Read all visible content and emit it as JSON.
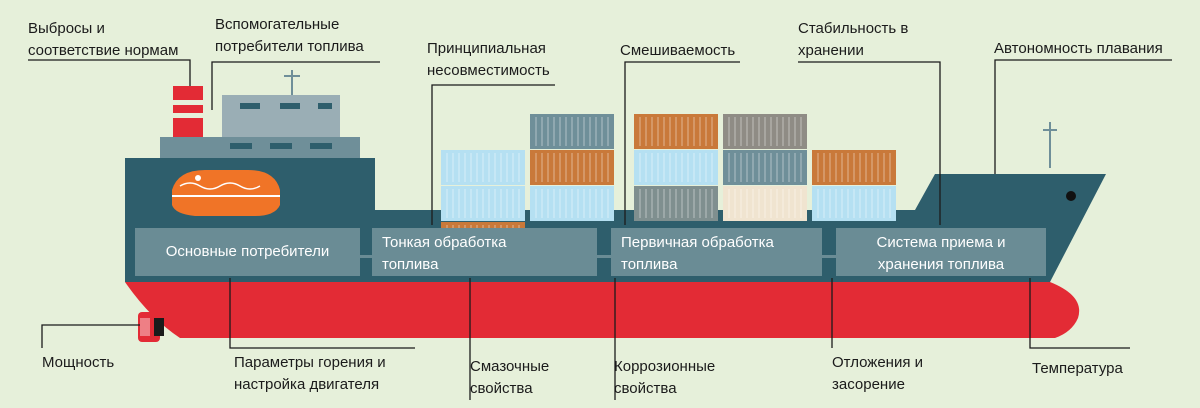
{
  "colors": {
    "background": "#e6f0da",
    "hull_red": "#e32b35",
    "deck_teal": "#2e5e6c",
    "system_box": "#6a8c95",
    "superstructure": "#9aaeb5",
    "lifeboat": "#f07427",
    "leader_line": "#1b1b1b"
  },
  "top_labels": [
    {
      "id": "emissions",
      "text": "Выбросы и\nсоответствие нормам"
    },
    {
      "id": "aux-consumers",
      "text": "Вспомогательные\nпотребители топлива"
    },
    {
      "id": "incompatibility",
      "text": "Принципиальная\nнесовместимость"
    },
    {
      "id": "miscibility",
      "text": "Смешиваемость"
    },
    {
      "id": "storage-stability",
      "text": "Стабильность в\nхранении"
    },
    {
      "id": "autonomy",
      "text": "Автономность плавания"
    }
  ],
  "bottom_labels": [
    {
      "id": "power",
      "text": "Мощность"
    },
    {
      "id": "combustion",
      "text": "Параметры горения и\nнастройка двигателя"
    },
    {
      "id": "lubricity",
      "text": "Смазочные\nсвойства"
    },
    {
      "id": "corrosion",
      "text": "Коррозионные\nсвойства"
    },
    {
      "id": "deposits",
      "text": "Отложения и\nзасорение"
    },
    {
      "id": "temperature",
      "text": "Температура"
    }
  ],
  "systems": [
    {
      "id": "main-consumers",
      "text": "Основные потребители"
    },
    {
      "id": "fine-treatment",
      "text": "Тонкая обработка\nтоплива"
    },
    {
      "id": "primary-treatment",
      "text": "Первичная обработка\nтоплива"
    },
    {
      "id": "storage-system",
      "text": "Система приема и\nхранения топлива"
    }
  ]
}
